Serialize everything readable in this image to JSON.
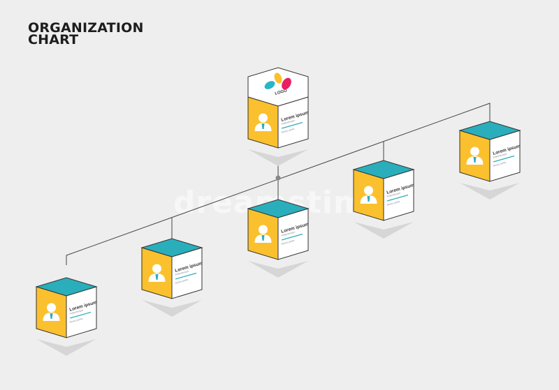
{
  "title": {
    "line1": "ORGANIZATION",
    "line2": "CHART"
  },
  "logo": {
    "text": "LOGO"
  },
  "watermark": "dreamstime",
  "card": {
    "name": "Lorem ipsum",
    "role": "Pellentesque",
    "detail": "Donec porta"
  },
  "colors": {
    "background": "#eeeeee",
    "top_face": "#2aaebb",
    "avatar_face": "#fbc02d",
    "card_face": "#ffffff",
    "outline": "#333333",
    "accent_line": "#2aaebb",
    "logo_magenta": "#e91e63",
    "logo_yellow": "#fbc02d",
    "logo_cyan": "#29b6c8"
  },
  "icons": {
    "avatar": "person-icon",
    "logo": "logo-mark-icon"
  },
  "nodes": [
    {
      "id": "top",
      "level": 0
    },
    {
      "id": "sub-1",
      "level": 1
    },
    {
      "id": "sub-2",
      "level": 1
    },
    {
      "id": "sub-3",
      "level": 1
    },
    {
      "id": "sub-4",
      "level": 1
    },
    {
      "id": "sub-5",
      "level": 1
    }
  ]
}
